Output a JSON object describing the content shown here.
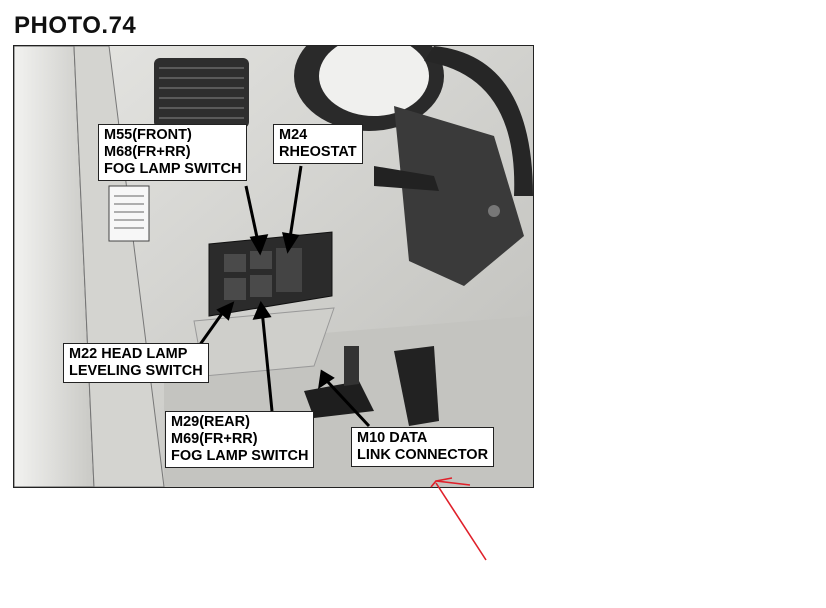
{
  "title": "PHOTO.74",
  "labels": {
    "fog_front": "M55(FRONT)\nM68(FR+RR)\nFOG LAMP SWITCH",
    "rheostat": "M24\nRHEOSTAT",
    "head_lamp": "M22 HEAD LAMP\nLEVELING SWITCH",
    "fog_rear": "M29(REAR)\nM69(FR+RR)\nFOG LAMP SWITCH",
    "data_link": "M10 DATA\nLINK CONNECTOR"
  },
  "colors": {
    "annotation_arrow": "#e0202a"
  }
}
